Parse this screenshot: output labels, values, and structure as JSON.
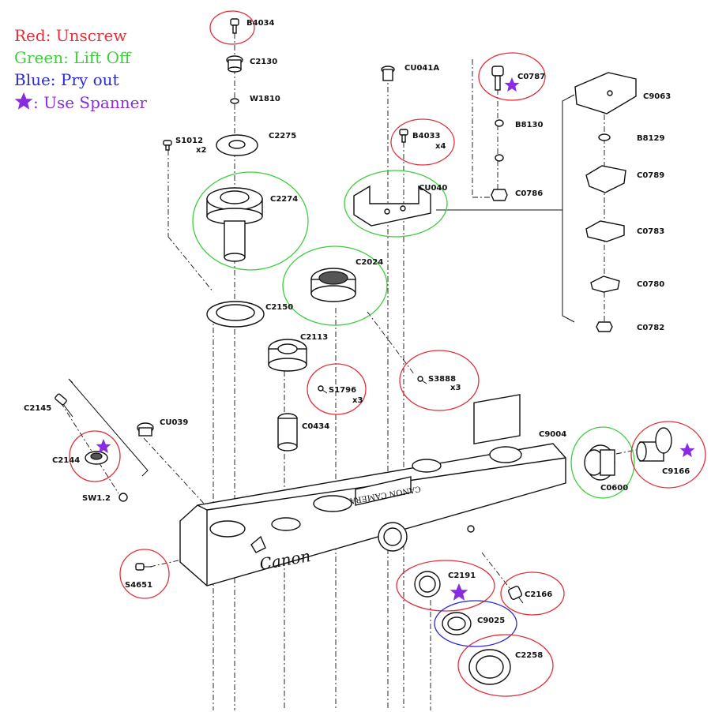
{
  "legend": {
    "red": {
      "text": "Red: Unscrew",
      "color": "#e0303a"
    },
    "green": {
      "text": "Green: Lift Off",
      "color": "#3ccf3c"
    },
    "blue": {
      "text": "Blue: Pry out",
      "color": "#2a2ad6"
    },
    "star": {
      "text": ": Use Spanner",
      "color": "#8a2be2",
      "icon": "star-icon"
    }
  },
  "engravings": {
    "brand": "Canon",
    "body": "CANON CAMERA"
  },
  "labels": {
    "b4034": "B4034",
    "c2130": "C2130",
    "w1810": "W1810",
    "s1012": "S1012",
    "s1012_qty": "x2",
    "c2275": "C2275",
    "c2274": "C2274",
    "c2024": "C2024",
    "c2150": "C2150",
    "c2113": "C2113",
    "s1796": "S1796",
    "s1796_qty": "x3",
    "s3888": "S3888",
    "s3888_qty": "x3",
    "c0434": "C0434",
    "cu041a": "CU041A",
    "b4033": "B4033",
    "b4033_qty": "x4",
    "cu040": "CU040",
    "c0787": "C0787",
    "b8130": "B8130",
    "c0786": "C0786",
    "c9063": "C9063",
    "b8129": "B8129",
    "c0789": "C0789",
    "c0783": "C0783",
    "c0780": "C0780",
    "c0782": "C0782",
    "c2145": "C2145",
    "cu039": "CU039",
    "c2144": "C2144",
    "sw12": "SW1.2",
    "c9004": "C9004",
    "c0600": "C0600",
    "c9166": "C9166",
    "s4651": "S4651",
    "c2191": "C2191",
    "c2166": "C2166",
    "c9025": "C9025",
    "c2258": "C2258"
  }
}
